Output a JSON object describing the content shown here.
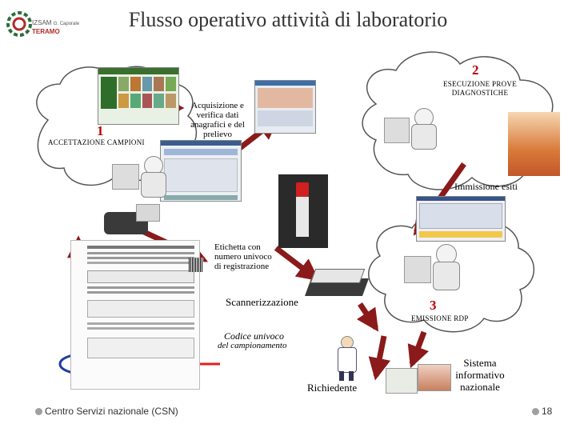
{
  "title": "Flusso operativo attività di laboratorio",
  "logo": {
    "brand": "IZSAM",
    "sub": "G. Caporale",
    "city": "TERAMO"
  },
  "steps": {
    "step1": {
      "number": "1",
      "label": "ACCETTAZIONE CAMPIONI"
    },
    "step2": {
      "number": "2",
      "label_line1": "ESECUZIONE PROVE",
      "label_line2": "DIAGNOSTICHE"
    },
    "step3": {
      "number": "3",
      "label": "EMISSIONE RDP"
    }
  },
  "annotations": {
    "acquisizione": [
      "Acquisizione e",
      "verifica dati",
      "anagrafici e del",
      "prelievo"
    ],
    "immissione": "Immissione esiti",
    "etichetta": [
      "Etichetta con",
      "numero univoco",
      "di registrazione"
    ],
    "scannerizzazione": "Scannerizzazione",
    "codice_line1": "Codice univoco",
    "codice_line2": "del campionamento",
    "richiedente": "Richiedente",
    "sistema": [
      "Sistema",
      "informativo",
      "nazionale"
    ]
  },
  "footer": {
    "left": "Centro Servizi nazionale (CSN)",
    "page": "18"
  },
  "colors": {
    "arrow": "#8b1a1a",
    "accent_red": "#c00000",
    "highlight_arrow": "#e02020",
    "cloud_stroke": "#555555"
  }
}
